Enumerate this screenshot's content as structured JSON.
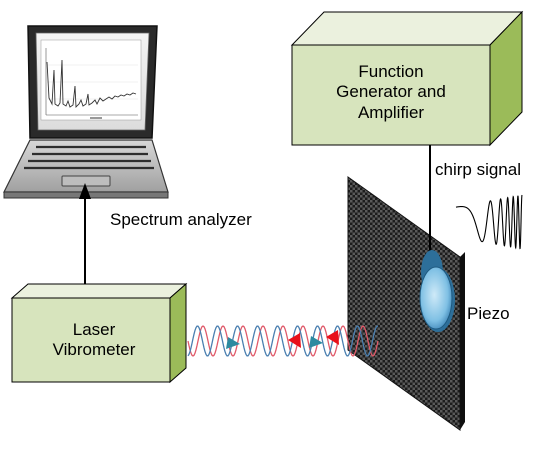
{
  "function_generator": {
    "lines": [
      "Function",
      "Generator and",
      "Amplifier"
    ]
  },
  "laser_vibrometer": {
    "lines": [
      "Laser",
      "Vibrometer"
    ]
  },
  "labels": {
    "spectrum_analyzer": "Spectrum analyzer",
    "chirp_signal": "chirp signal",
    "piezo": "Piezo"
  },
  "colors": {
    "box_front": "#d7e4bd",
    "box_top": "#ebf1de",
    "box_side": "#9bbb59",
    "plate_dark": "#1c1c1c",
    "plate_weave": "#555555",
    "piezo": "#8fc8e8",
    "beam_red": "#e05a6a",
    "beam_blue": "#4a7fb0",
    "arrow_red": "#e8101a",
    "arrow_teal": "#2c8aa0"
  }
}
